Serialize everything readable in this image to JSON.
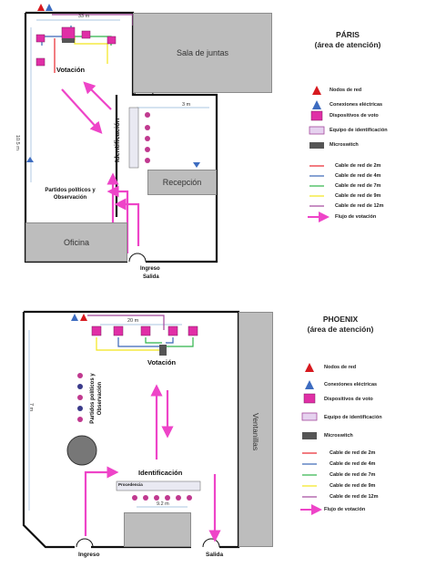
{
  "paris": {
    "title_line1": "PÁRIS",
    "title_line2": "(área de atención)",
    "rooms": {
      "sala": "Sala de juntas",
      "recepcion": "Recepción",
      "oficina": "Oficina"
    },
    "labels": {
      "votacion": "Votación",
      "identificacion": "Identificación",
      "partidos": "Partidos políticos y Observación",
      "ingreso": "Ingreso",
      "salida": "Salida"
    },
    "dims": {
      "top": "33 m",
      "side": "10.5 m",
      "id_area": "3 m"
    }
  },
  "phoenix": {
    "title_line1": "PHOENIX",
    "title_line2": "(área de atención)",
    "rooms": {
      "ventanillas": "Ventanillas"
    },
    "labels": {
      "votacion": "Votación",
      "identificacion": "Identificación",
      "partidos": "Partidos políticos y Observación",
      "ingreso": "Ingreso",
      "salida": "Salida",
      "procedencia": "Procedencia"
    },
    "dims": {
      "top": "20 m",
      "side": "7 m",
      "bottom": "9.2 m"
    }
  },
  "legend": {
    "nodos": "Nodos de red",
    "conexiones": "Conexiones eléctricas",
    "dispositivos": "Dispositivos de voto",
    "equipo": "Equipo de identificación",
    "microswitch": "Microswitch",
    "cable_2m": "Cable de red de 2m",
    "cable_4m": "Cable de red de 4m",
    "cable_7m": "Cable de red de 7m",
    "cable_9m": "Cable de red de 9m",
    "cable_12m": "Cable de red de 12m",
    "flujo": "Flujo de votación"
  },
  "colors": {
    "cable_2m": "#e8262d",
    "cable_4m": "#3a66b6",
    "cable_7m": "#2fb34a",
    "cable_9m": "#f2e51a",
    "cable_12m": "#a3479c",
    "flow": "#ee44c8",
    "node": "#d7191f",
    "electric": "#3d6cc0",
    "device": "#e02fa6",
    "room": "#bdbdbd"
  }
}
